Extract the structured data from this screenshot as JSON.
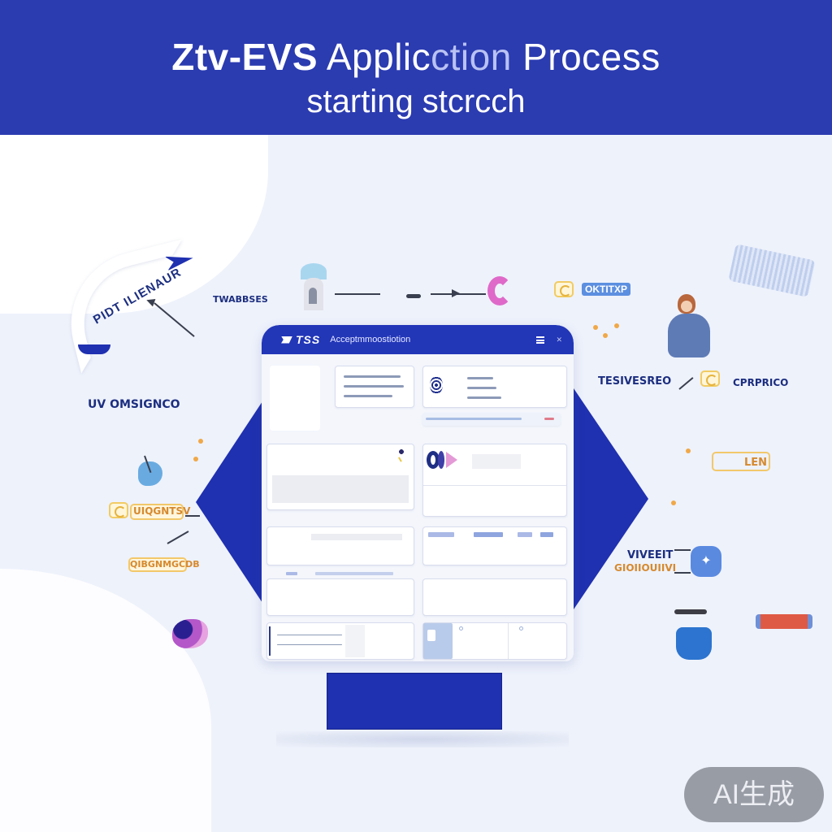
{
  "banner": {
    "title_prefix": "Ztv-",
    "title_bold": "EVS",
    "title_word": " Applic",
    "title_faded": "ction",
    "title_suffix": " Process",
    "subtitle": "starting stcrcch",
    "background_color": "#2b3bb0"
  },
  "window": {
    "logo_text": "TSS",
    "title": "Acceptmmoostiotion",
    "menu_icon": "hamburger-icon",
    "close_glyph": "✕",
    "titlebar_color": "#2236b8"
  },
  "floating_labels": {
    "ribbon": "PIDT ILIENAUR",
    "tl_caption": "TWABBSES",
    "left_mid": "UV OMSIGNCO",
    "left_pill": "UIQGNTSV",
    "left_lower": "QIBGNMGCDB",
    "right_top_pill": "OKTITXP",
    "right_mid": "TESIVESREO",
    "right_mid_badge": "CPRPRICO",
    "right_orange": "LEN",
    "right_lower_navy": "VIVEEIT",
    "right_lower_orange": "GIOIIOUIIVI"
  },
  "cta": {
    "label": "",
    "color": "#1f30b0"
  },
  "watermark": {
    "label": "AI生成"
  },
  "colors": {
    "accent": "#1f30b0",
    "background": "#eef2fb",
    "card_border": "#d8dded"
  }
}
